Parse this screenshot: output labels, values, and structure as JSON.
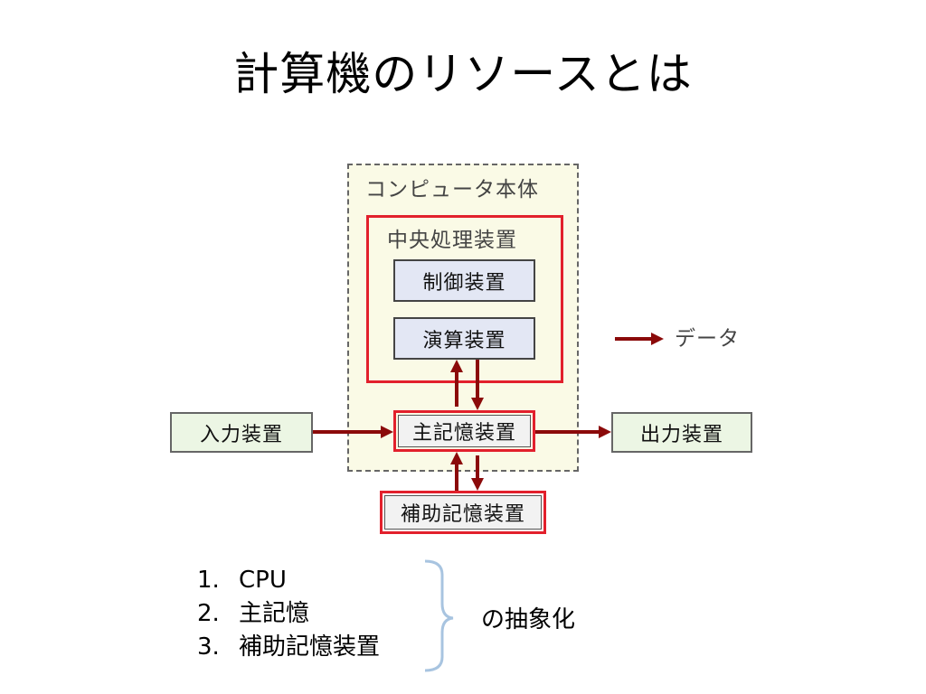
{
  "title": "計算機のリソースとは",
  "diagram": {
    "computer_label": "コンピュータ本体",
    "cpu_label": "中央処理装置",
    "control_unit": "制御装置",
    "arithmetic_unit": "演算装置",
    "main_memory": "主記憶装置",
    "input_device": "入力装置",
    "output_device": "出力装置",
    "auxiliary_storage": "補助記憶装置",
    "legend_label": "データ",
    "arrow_color": "#8b0a0a",
    "highlight_color": "#e2202c"
  },
  "list": [
    {
      "num": "1.",
      "text": "CPU"
    },
    {
      "num": "2.",
      "text": "主記憶"
    },
    {
      "num": "3.",
      "text": "補助記憶装置"
    }
  ],
  "abstraction_label": "の抽象化"
}
